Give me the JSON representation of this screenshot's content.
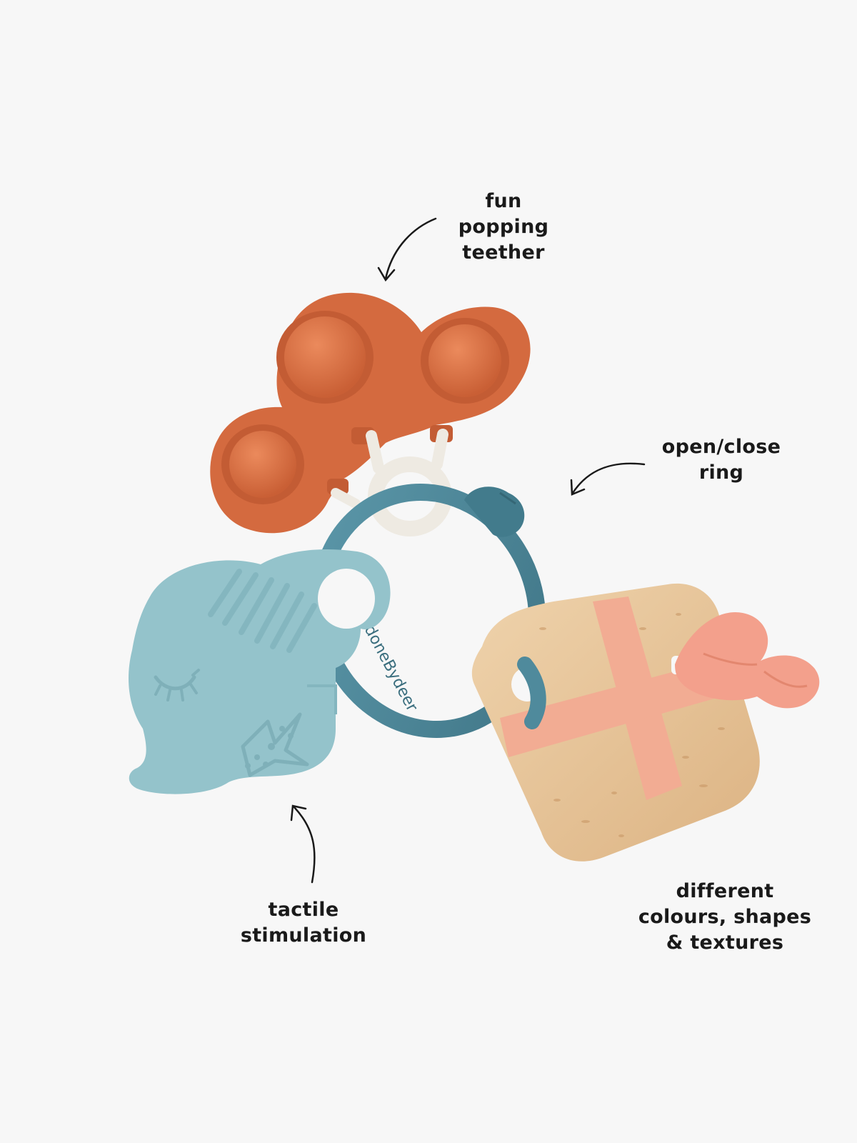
{
  "annotations": {
    "popping": {
      "lines": [
        "fun",
        "popping",
        "teether"
      ]
    },
    "ring": {
      "lines": [
        "open/close",
        "ring"
      ]
    },
    "tactile": {
      "lines": [
        "tactile",
        "stimulation"
      ]
    },
    "different": {
      "lines": [
        "different",
        "colours, shapes",
        "& textures"
      ]
    }
  },
  "ring_brand_text": "doneBydeer",
  "colors": {
    "background": "#f7f7f7",
    "popping_teether": "#d46a3f",
    "popping_bubble": "#e07a4c",
    "connector": "#eeeae2",
    "ring": "#4f8a9c",
    "elephant": "#94c3cb",
    "wood": "#e8c69b",
    "cross": "#f2ac93",
    "plush": "#f3a08c",
    "text": "#1a1a1a"
  },
  "icons": [
    "arrow-icon",
    "elephant-teether",
    "popping-teether",
    "wooden-block"
  ]
}
